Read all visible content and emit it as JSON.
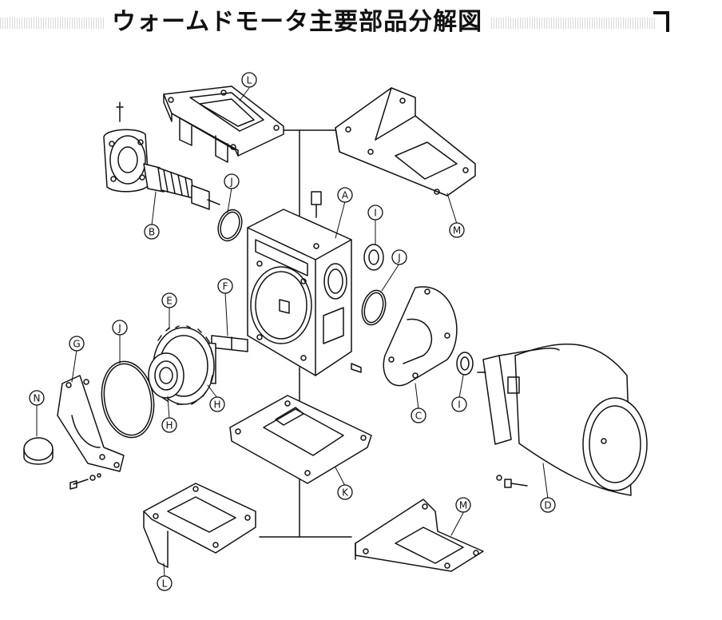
{
  "title": "ウォームドモータ主要部品分解図",
  "callouts": {
    "A": "A",
    "B": "B",
    "C": "C",
    "D": "D",
    "E": "E",
    "F": "F",
    "G": "G",
    "H1": "H",
    "H2": "H",
    "I1": "I",
    "I2": "I",
    "J1": "J",
    "J2": "J",
    "J3": "J",
    "K": "K",
    "L1": "L",
    "L2": "L",
    "M1": "M",
    "M2": "M",
    "N": "N"
  },
  "colors": {
    "line": "#111111",
    "background": "#ffffff"
  }
}
